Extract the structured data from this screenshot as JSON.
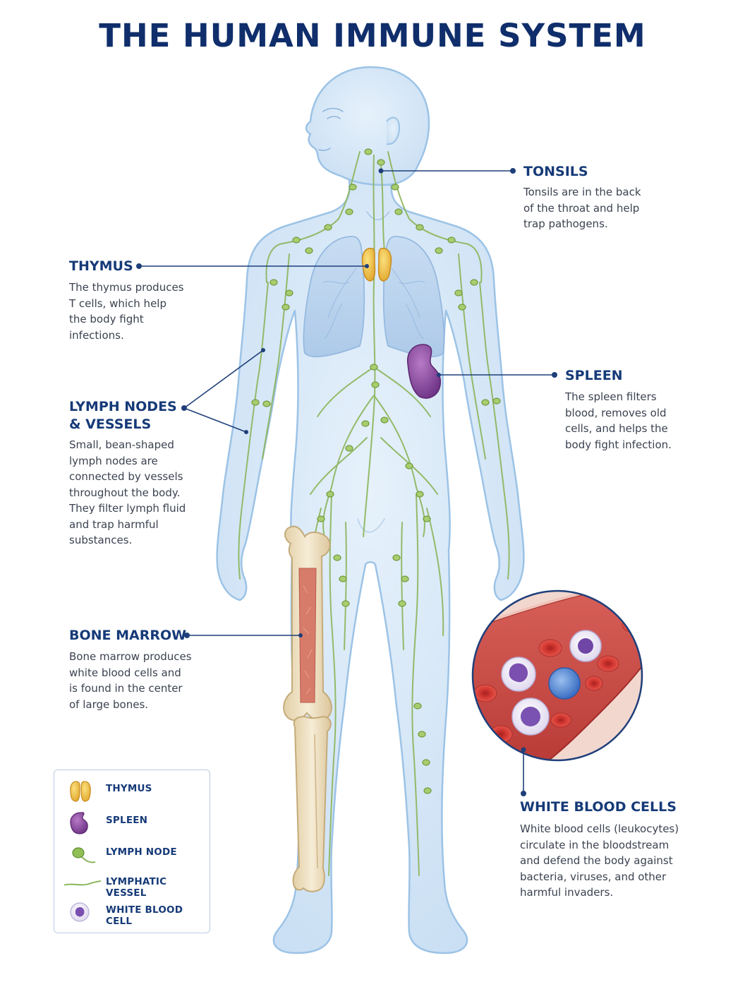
{
  "title": "THE HUMAN IMMUNE SYSTEM",
  "callouts": {
    "tonsils": {
      "label": "TONSILS",
      "description": "Tonsils are in the back\nof the throat and help\ntrap pathogens."
    },
    "thymus": {
      "label": "THYMUS",
      "description": "The thymus produces\nT cells, which help\nthe body fight\ninfections."
    },
    "spleen": {
      "label": "SPLEEN",
      "description": "The spleen filters\nblood, removes old\ncells, and helps the\nbody fight infection."
    },
    "lymph": {
      "label_line1": "LYMPH NODES",
      "label_line2": "& VESSELS",
      "description": "Small, bean-shaped\nlymph nodes are\nconnected by vessels\nthroughout the body.\nThey filter lymph fluid\nand trap harmful\nsubstances."
    },
    "bone_marrow": {
      "label": "BONE MARROW",
      "description": "Bone marrow produces\nwhite blood cells and\nis found in the center\nof large bones."
    },
    "white_blood_cells": {
      "label": "WHITE BLOOD CELLS",
      "description": "White blood cells (leukocytes)\ncirculate in the bloodstream\nand defend the body against\nbacteria, viruses, and other\nharmful invaders."
    }
  },
  "legend": {
    "items": [
      {
        "label": "THYMUS",
        "icon": "thymus-icon"
      },
      {
        "label": "SPLEEN",
        "icon": "spleen-icon"
      },
      {
        "label": "LYMPH NODE",
        "icon": "lymph-node-icon"
      },
      {
        "label": "LYMPHATIC VESSEL",
        "icon": "lymphatic-vessel-icon"
      },
      {
        "label": "WHITE BLOOD CELL",
        "icon": "white-blood-cell-icon"
      }
    ]
  },
  "colors": {
    "title": "#0f2e6b",
    "label": "#163a78",
    "body_fill": "#d7e8f7",
    "body_outline": "#9cc3e6",
    "lymph_green": "#8bb55a",
    "thymus": "#f0c54a",
    "spleen": "#8a4a9a",
    "blood": "#c94a44",
    "bone": "#eee0c4",
    "marrow": "#d97a6c"
  }
}
